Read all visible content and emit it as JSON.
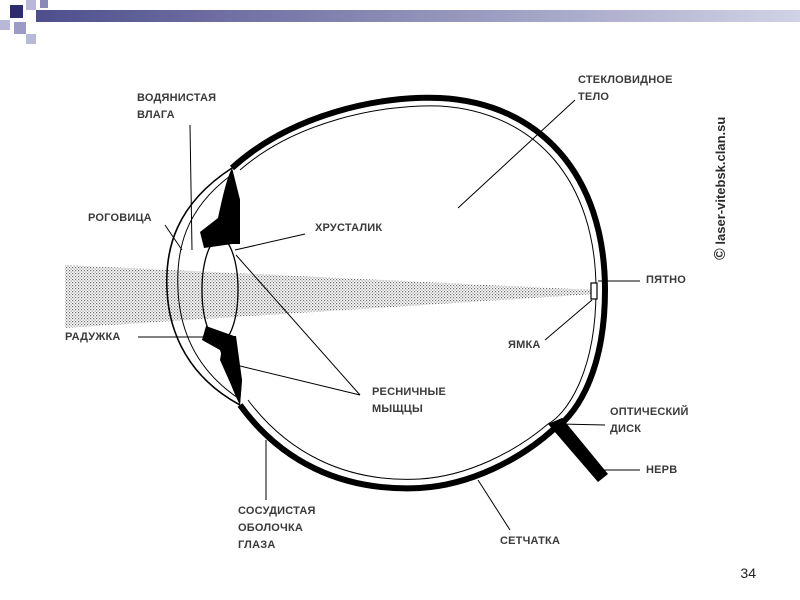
{
  "colors": {
    "bar_dark": "#4e4e8c",
    "bar_light": "#c6c6de",
    "square_dark": "#2c2c6e",
    "square_light": "#b8b8d8",
    "ink": "#000000",
    "beam": "#bdbdbd"
  },
  "labels": {
    "aqueous_humor": [
      "ВОДЯНИСТАЯ",
      "ВЛАГА"
    ],
    "vitreous_body": [
      "СТЕКЛОВИДНОЕ",
      "ТЕЛО"
    ],
    "cornea": "РОГОВИЦА",
    "lens": "ХРУСТАЛИК",
    "macula": "ПЯТНО",
    "iris": "РАДУЖКА",
    "fovea": "ЯМКА",
    "ciliary_muscles": [
      "РЕСНИЧНЫЕ",
      "МЫЩЦЫ"
    ],
    "optic_disc": [
      "ОПТИЧЕСКИЙ",
      "ДИСК"
    ],
    "nerve": "НЕРВ",
    "choroid": [
      "СОСУДИСТАЯ",
      "ОБОЛОЧКА",
      "ГЛАЗА"
    ],
    "retina": "СЕТЧАТКА"
  },
  "watermark": "laser-vitebsk.clan.su",
  "copyright_symbol": "©",
  "page_number": "34"
}
